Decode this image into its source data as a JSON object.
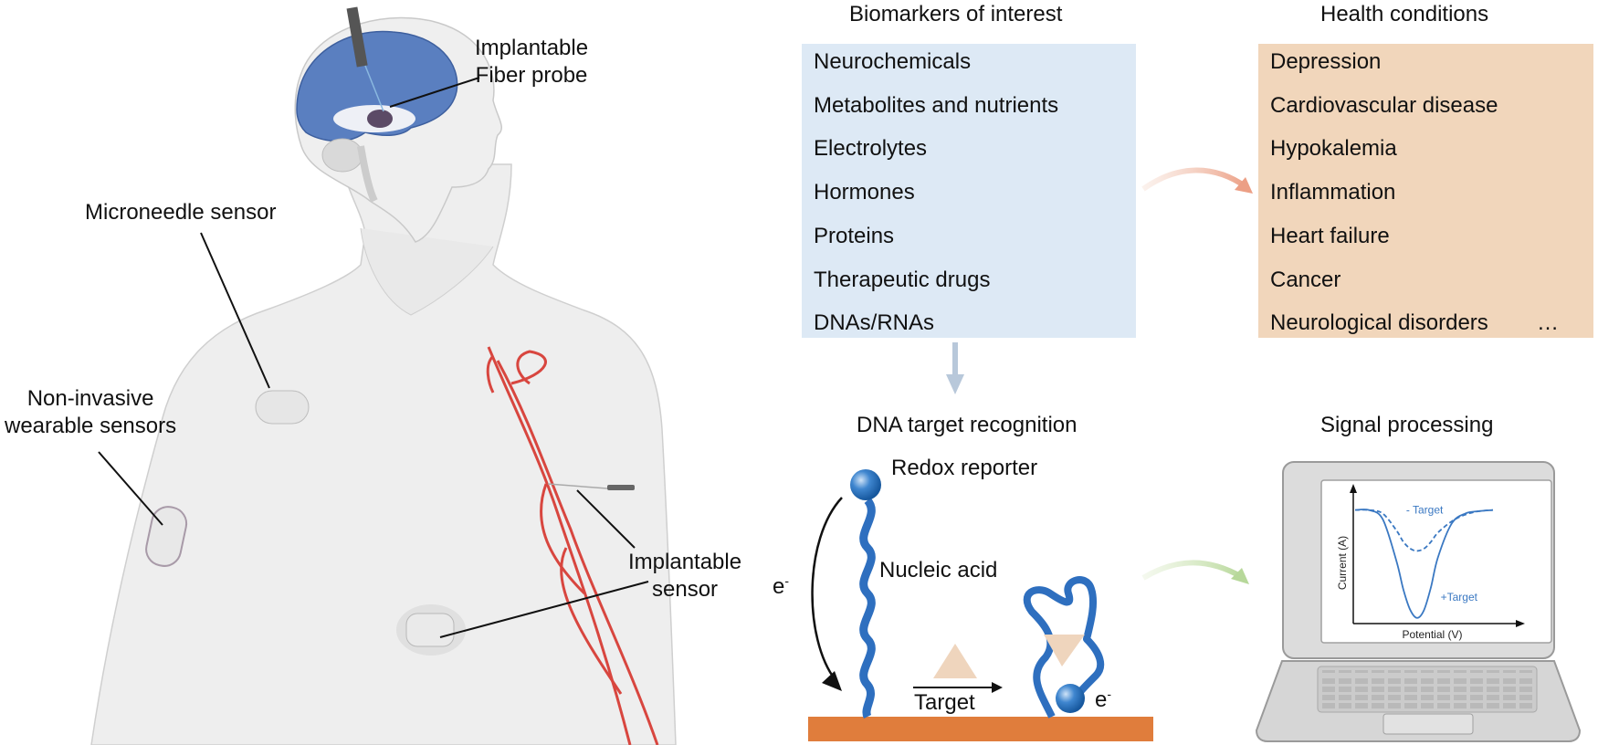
{
  "figure": {
    "body_panel": {
      "labels": {
        "fiber_probe": [
          "Implantable",
          "Fiber probe"
        ],
        "microneedle": "Microneedle sensor",
        "wearable": [
          "Non-invasive",
          "wearable sensors"
        ],
        "implantable": [
          "Implantable",
          "sensor"
        ]
      }
    },
    "biomarkers": {
      "title": "Biomarkers of interest",
      "items": [
        "Neurochemicals",
        "Metabolites and nutrients",
        "Electrolytes",
        "Hormones",
        "Proteins",
        "Therapeutic drugs",
        "DNAs/RNAs"
      ],
      "color": "#dde9f5"
    },
    "health_conditions": {
      "title": "Health conditions",
      "items": [
        "Depression",
        "Cardiovascular disease",
        "Hypokalemia",
        "Inflammation",
        "Heart failure",
        "Cancer",
        "Neurological disorders"
      ],
      "trailing": "…",
      "color": "#f1d6bb"
    },
    "dna_recognition": {
      "title": "DNA target recognition",
      "redox_label": "Redox reporter",
      "nucleic_label": "Nucleic acid",
      "electron_label": "e",
      "electron_sup": "-",
      "target_label": "Target",
      "strand_color": "#2e6fbf",
      "electrode_color": "#e07d3c",
      "target_color": "#efd5bd"
    },
    "signal_processing": {
      "title": "Signal processing"
    }
  },
  "chart_data": {
    "type": "line",
    "title": "",
    "xlabel": "Potential (V)",
    "ylabel": "Current (A)",
    "x": [
      0,
      0.1,
      0.2,
      0.3,
      0.35,
      0.4,
      0.45,
      0.5,
      0.55,
      0.6,
      0.7,
      0.8,
      0.9,
      1.0
    ],
    "series": [
      {
        "name": "- Target",
        "style": "dashed",
        "values": [
          1.0,
          1.0,
          0.97,
          0.82,
          0.72,
          0.66,
          0.64,
          0.66,
          0.72,
          0.8,
          0.9,
          0.96,
          0.99,
          1.0
        ]
      },
      {
        "name": "+Target",
        "style": "solid",
        "values": [
          1.0,
          1.0,
          0.92,
          0.55,
          0.3,
          0.12,
          0.05,
          0.12,
          0.32,
          0.58,
          0.88,
          0.97,
          0.99,
          1.0
        ]
      }
    ],
    "ylim": [
      0,
      1.15
    ],
    "xlim": [
      0,
      1.0
    ],
    "grid": false,
    "color": "#3a78c2"
  }
}
